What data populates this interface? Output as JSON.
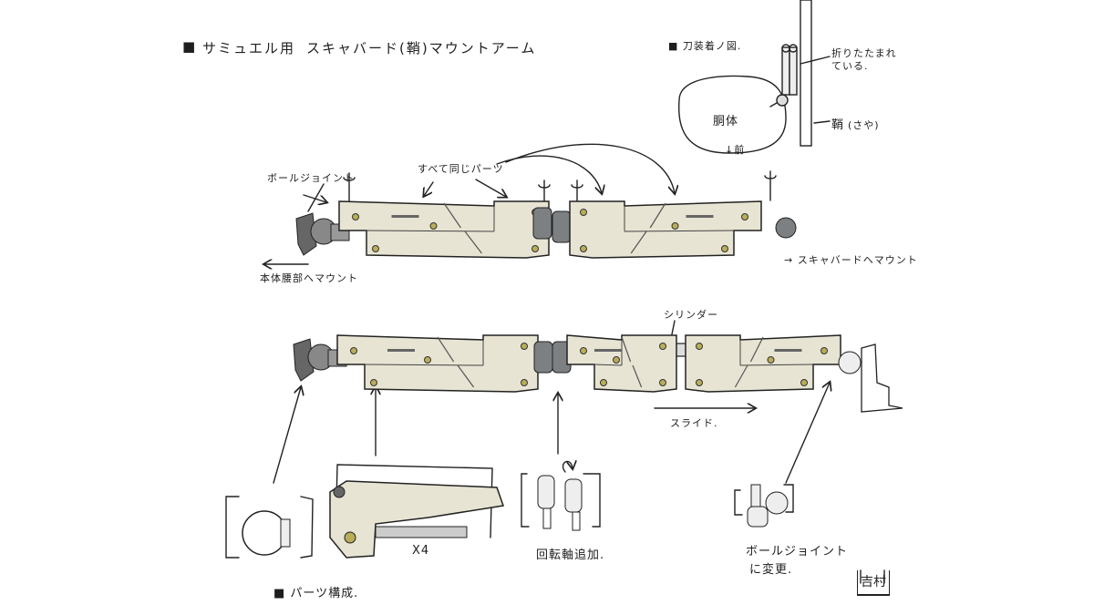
{
  "title": {
    "bullet": "■",
    "owner": "サミュエル用",
    "name": "スキャバード(鞘)マウントアーム"
  },
  "attach_view": {
    "heading": "■ 刀装着ノ図.",
    "folded_note": [
      "折りたたまれ",
      "ている."
    ],
    "torso": "胴体",
    "front": "↓前",
    "sheath": "鞘",
    "sheath_reading": "(さや)"
  },
  "arm_folded_labels": {
    "ball_joint": "ボールジョイント",
    "same_parts": "すべて同じパーツ",
    "mount_body": "本体腰部へマウント",
    "mount_scabbard": "→ スキャバードへマウント"
  },
  "arm_extended_labels": {
    "cylinder": "シリンダー",
    "slide": "スライド."
  },
  "parts": {
    "heading": "■ パーツ構成.",
    "arm_count": "X4",
    "rotation_axis": "回転軸追加.",
    "ball_joint_change": [
      "ボールジョイント",
      "に変更."
    ]
  },
  "signature": "吉村",
  "colors": {
    "arm": "#e7e4d3",
    "joint": "#7d8082",
    "bolt": "#b9ad5a",
    "ink": "#1e1e1e"
  }
}
